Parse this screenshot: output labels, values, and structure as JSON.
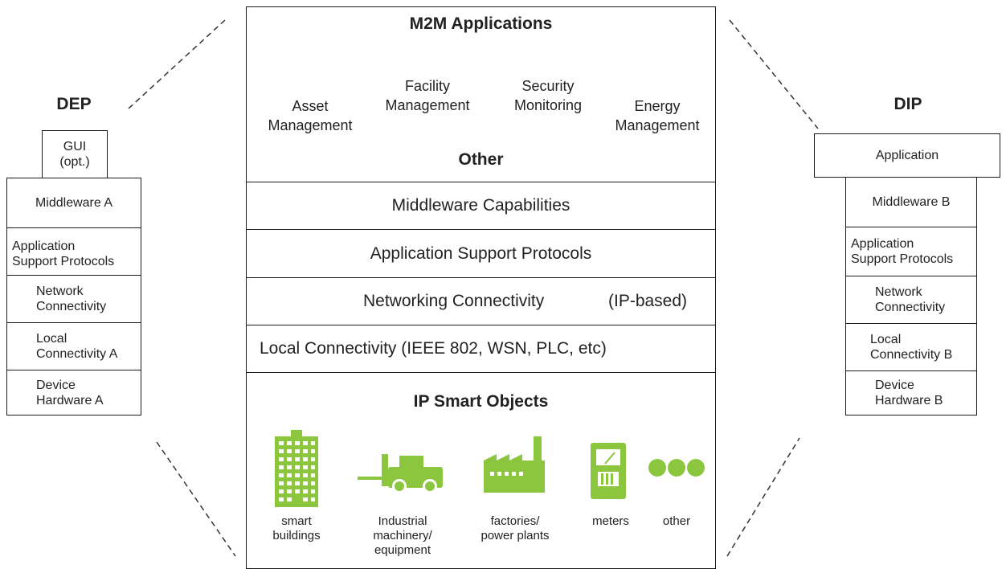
{
  "colors": {
    "icon_green": "#8cc63f",
    "line": "#1a1a1a"
  },
  "dep": {
    "title": "DEP",
    "gui": "GUI\n(opt.)",
    "layers": [
      "Middleware A",
      "Application\nSupport Protocols",
      "Network\nConnectivity",
      "Local\nConnectivity A",
      "Device\nHardware A"
    ]
  },
  "dip": {
    "title": "DIP",
    "application": "Application",
    "layers": [
      "Middleware B",
      "Application\nSupport Protocols",
      "Network\nConnectivity",
      "Local\nConnectivity B",
      "Device\nHardware B"
    ]
  },
  "center": {
    "m2m_title": "M2M Applications",
    "apps": [
      "Asset\nManagement",
      "Facility\nManagement",
      "Security\nMonitoring",
      "Energy\nManagement"
    ],
    "other": "Other",
    "middleware": "Middleware Capabilities",
    "app_support": "Application Support Protocols",
    "networking": "Networking Connectivity",
    "networking_tag": "(IP-based)",
    "local": "Local Connectivity (IEEE 802, WSN, PLC, etc)",
    "smart_title": "IP Smart Objects",
    "objects": [
      {
        "label": "smart\nbuildings",
        "icon": "building-icon"
      },
      {
        "label": "Industrial\nmachinery/\nequipment",
        "icon": "forklift-icon"
      },
      {
        "label": "factories/\npower plants",
        "icon": "factory-icon"
      },
      {
        "label": "meters",
        "icon": "meter-icon"
      },
      {
        "label": "other",
        "icon": "dots-icon"
      }
    ]
  }
}
